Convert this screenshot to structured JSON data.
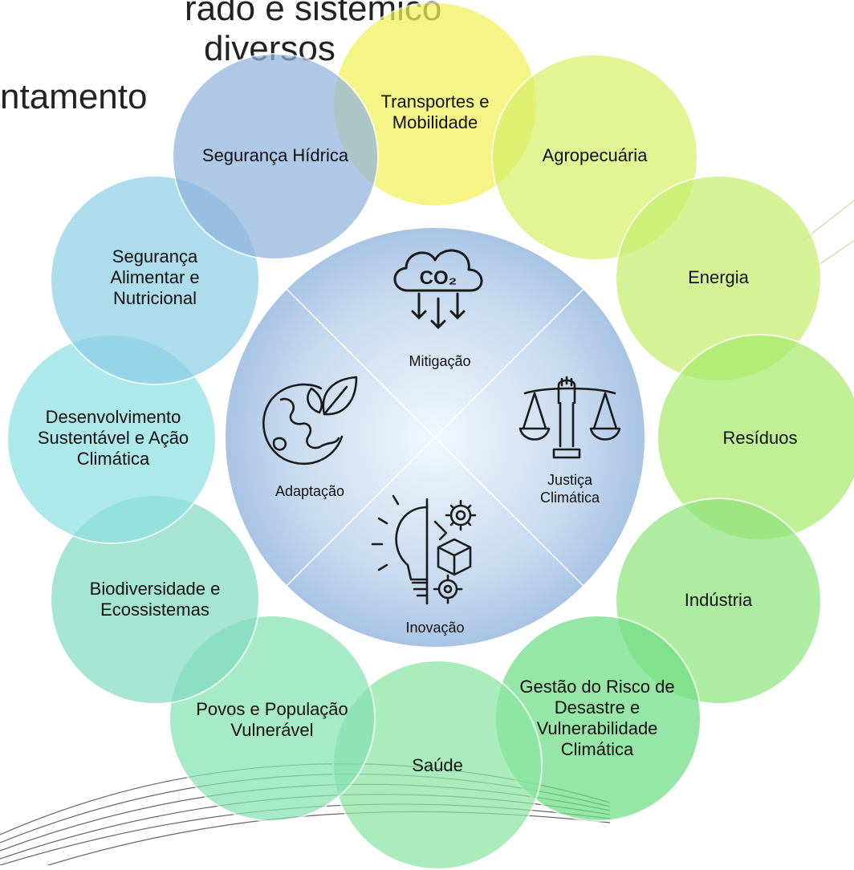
{
  "header": {
    "lines": [
      "rado e sistêmico",
      "diversos",
      "ntamento"
    ]
  },
  "colors": {
    "seg_hidrica": "#8fb4dd",
    "transportes": "#f2f25a",
    "agropecuaria": "#d8f06a",
    "energia": "#c6ef6e",
    "residuos": "#a8ea6e",
    "industria": "#8fe57e",
    "gestao": "#6fdf86",
    "saude": "#8be6a4",
    "povos": "#84e2b2",
    "biodiversidade": "#84dcc4",
    "desenvolvimento": "#8ee0e2",
    "seg_alimentar": "#8ecfe6",
    "center": "#b9d0ea"
  },
  "center": {
    "mitigacao": "Mitigação",
    "justica": "Justiça\nClimática",
    "inovacao": "Inovação",
    "adaptacao": "Adaptação"
  },
  "ring": {
    "transportes": "Transportes e\nMobilidade",
    "agropecuaria": "Agropecuária",
    "energia": "Energia",
    "residuos": "Resíduos",
    "industria": "Indústria",
    "gestao": "Gestão do Risco de\nDesastre e\nVulnerabilidade\nClimática",
    "saude": "Saúde",
    "povos": "Povos e População\nVulnerável",
    "biodiversidade": "Biodiversidade e\nEcossistemas",
    "desenvolvimento": "Desenvolvimento\nSustentável e Ação\nClimática",
    "seg_alimentar": "Segurança\nAlimentar e\nNutricional",
    "seg_hidrica": "Segurança Hídrica"
  },
  "icons": {
    "co2": "CO₂"
  }
}
